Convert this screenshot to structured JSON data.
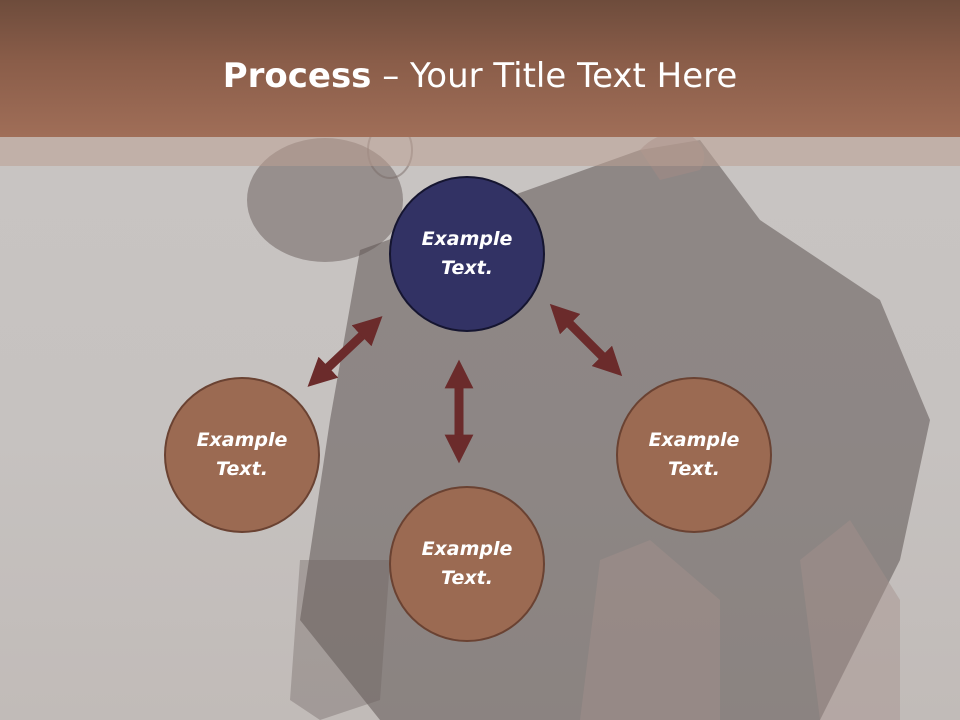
{
  "slide": {
    "title_bold": "Process",
    "title_rest": " – Your Title Text Here"
  },
  "diagram": {
    "center": {
      "line1": "Example",
      "line2": "Text."
    },
    "left": {
      "line1": "Example",
      "line2": "Text."
    },
    "bottom": {
      "line1": "Example",
      "line2": "Text."
    },
    "right": {
      "line1": "Example",
      "line2": "Text."
    }
  },
  "colors": {
    "header": "#8a5d49",
    "center_fill": "#323264",
    "node_fill": "#9b6a52",
    "arrow": "#6b2b2b"
  },
  "icons": {
    "arrows": "double-headed-arrow",
    "background": "faded-photo-of-person-bending"
  }
}
